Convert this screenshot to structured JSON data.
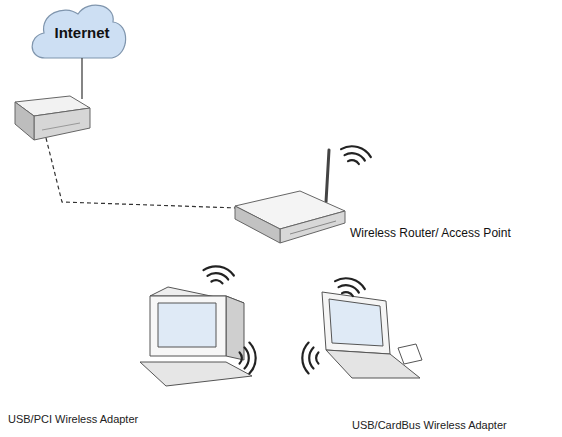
{
  "diagram": {
    "nodes": [
      {
        "text": [
          "Internet"
        ]
      }
    ],
    "labels": [
      "Wireless Router/ Access Point",
      "USB/PCI Wireless Adapter",
      "USB/CardBus Wireless Adapter"
    ]
  }
}
